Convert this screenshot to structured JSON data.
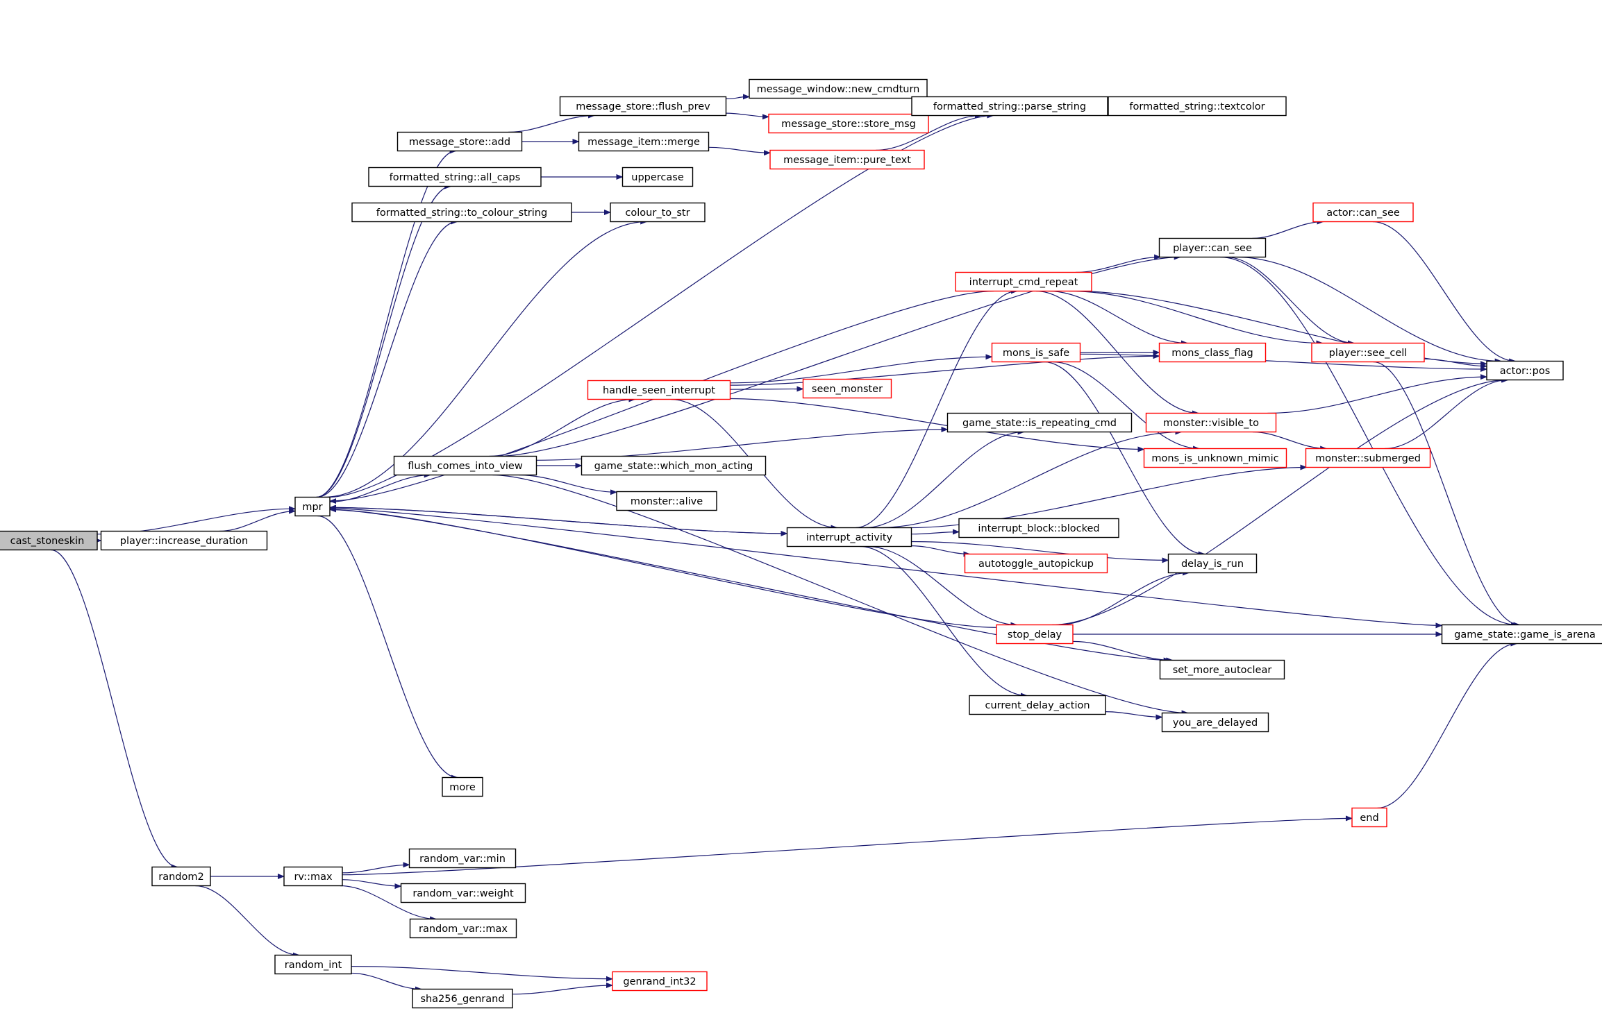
{
  "colors": {
    "edge": "#191970",
    "node_border_default": "#000000",
    "node_border_external": "#ff0000",
    "root_fill": "#bfbfbf",
    "node_fill": "#ffffff"
  },
  "nodes": [
    {
      "id": "cast_stoneskin",
      "label": "cast_stoneskin",
      "style": "root"
    },
    {
      "id": "player_increase_duration",
      "label": "player::increase_duration",
      "style": "normal"
    },
    {
      "id": "mpr",
      "label": "mpr",
      "style": "normal"
    },
    {
      "id": "random2",
      "label": "random2",
      "style": "normal"
    },
    {
      "id": "message_store_add",
      "label": "message_store::add",
      "style": "normal"
    },
    {
      "id": "formatted_string_all_caps",
      "label": "formatted_string::all_caps",
      "style": "normal"
    },
    {
      "id": "formatted_string_to_colour_string",
      "label": "formatted_string::to_colour_string",
      "style": "normal"
    },
    {
      "id": "flush_comes_into_view",
      "label": "flush_comes_into_view",
      "style": "normal"
    },
    {
      "id": "message_store_flush_prev",
      "label": "message_store::flush_prev",
      "style": "normal"
    },
    {
      "id": "message_item_merge",
      "label": "message_item::merge",
      "style": "normal"
    },
    {
      "id": "uppercase",
      "label": "uppercase",
      "style": "normal"
    },
    {
      "id": "colour_to_str",
      "label": "colour_to_str",
      "style": "normal"
    },
    {
      "id": "handle_seen_interrupt",
      "label": "handle_seen_interrupt",
      "style": "external"
    },
    {
      "id": "game_state_which_mon_acting",
      "label": "game_state::which_mon_acting",
      "style": "normal"
    },
    {
      "id": "monster_alive",
      "label": "monster::alive",
      "style": "normal"
    },
    {
      "id": "message_window_new_cmdturn",
      "label": "message_window::new_cmdturn",
      "style": "normal"
    },
    {
      "id": "message_store_store_msg",
      "label": "message_store::store_msg",
      "style": "external"
    },
    {
      "id": "message_item_pure_text",
      "label": "message_item::pure_text",
      "style": "external"
    },
    {
      "id": "seen_monster",
      "label": "seen_monster",
      "style": "external"
    },
    {
      "id": "interrupt_activity",
      "label": "interrupt_activity",
      "style": "normal"
    },
    {
      "id": "more",
      "label": "more",
      "style": "normal"
    },
    {
      "id": "formatted_string_parse_string",
      "label": "formatted_string::parse_string",
      "style": "normal"
    },
    {
      "id": "formatted_string_textcolor",
      "label": "formatted_string::textcolor",
      "style": "normal"
    },
    {
      "id": "interrupt_cmd_repeat",
      "label": "interrupt_cmd_repeat",
      "style": "external"
    },
    {
      "id": "mons_is_safe",
      "label": "mons_is_safe",
      "style": "external"
    },
    {
      "id": "game_state_is_repeating_cmd",
      "label": "game_state::is_repeating_cmd",
      "style": "normal"
    },
    {
      "id": "interrupt_block_blocked",
      "label": "interrupt_block::blocked",
      "style": "normal"
    },
    {
      "id": "autotoggle_autopickup",
      "label": "autotoggle_autopickup",
      "style": "external"
    },
    {
      "id": "stop_delay",
      "label": "stop_delay",
      "style": "external"
    },
    {
      "id": "current_delay_action",
      "label": "current_delay_action",
      "style": "normal"
    },
    {
      "id": "player_can_see",
      "label": "player::can_see",
      "style": "normal"
    },
    {
      "id": "mons_class_flag",
      "label": "mons_class_flag",
      "style": "external"
    },
    {
      "id": "monster_visible_to",
      "label": "monster::visible_to",
      "style": "external"
    },
    {
      "id": "mons_is_unknown_mimic",
      "label": "mons_is_unknown_mimic",
      "style": "external"
    },
    {
      "id": "delay_is_run",
      "label": "delay_is_run",
      "style": "normal"
    },
    {
      "id": "set_more_autoclear",
      "label": "set_more_autoclear",
      "style": "normal"
    },
    {
      "id": "you_are_delayed",
      "label": "you_are_delayed",
      "style": "normal"
    },
    {
      "id": "actor_can_see",
      "label": "actor::can_see",
      "style": "external"
    },
    {
      "id": "player_see_cell",
      "label": "player::see_cell",
      "style": "external"
    },
    {
      "id": "monster_submerged",
      "label": "monster::submerged",
      "style": "external"
    },
    {
      "id": "actor_pos",
      "label": "actor::pos",
      "style": "normal"
    },
    {
      "id": "game_state_game_is_arena",
      "label": "game_state::game_is_arena",
      "style": "normal"
    },
    {
      "id": "end",
      "label": "end",
      "style": "external"
    },
    {
      "id": "rv_max",
      "label": "rv::max",
      "style": "normal"
    },
    {
      "id": "random_int",
      "label": "random_int",
      "style": "normal"
    },
    {
      "id": "random_var_min",
      "label": "random_var::min",
      "style": "normal"
    },
    {
      "id": "random_var_weight",
      "label": "random_var::weight",
      "style": "normal"
    },
    {
      "id": "random_var_max",
      "label": "random_var::max",
      "style": "normal"
    },
    {
      "id": "sha256_genrand",
      "label": "sha256_genrand",
      "style": "normal"
    },
    {
      "id": "genrand_int32",
      "label": "genrand_int32",
      "style": "external"
    }
  ],
  "edges": [
    [
      "cast_stoneskin",
      "player_increase_duration"
    ],
    [
      "cast_stoneskin",
      "mpr"
    ],
    [
      "cast_stoneskin",
      "random2"
    ],
    [
      "player_increase_duration",
      "mpr"
    ],
    [
      "mpr",
      "message_store_add"
    ],
    [
      "mpr",
      "formatted_string_all_caps"
    ],
    [
      "mpr",
      "formatted_string_to_colour_string"
    ],
    [
      "mpr",
      "colour_to_str"
    ],
    [
      "mpr",
      "formatted_string_parse_string"
    ],
    [
      "mpr",
      "flush_comes_into_view"
    ],
    [
      "mpr",
      "interrupt_activity"
    ],
    [
      "mpr",
      "set_more_autoclear"
    ],
    [
      "mpr",
      "game_state_game_is_arena"
    ],
    [
      "mpr",
      "more"
    ],
    [
      "message_store_add",
      "message_store_flush_prev"
    ],
    [
      "message_store_add",
      "message_item_merge"
    ],
    [
      "message_store_flush_prev",
      "message_window_new_cmdturn"
    ],
    [
      "message_store_flush_prev",
      "message_store_store_msg"
    ],
    [
      "message_item_merge",
      "message_item_pure_text"
    ],
    [
      "message_item_pure_text",
      "formatted_string_parse_string"
    ],
    [
      "formatted_string_parse_string",
      "formatted_string_textcolor"
    ],
    [
      "formatted_string_all_caps",
      "uppercase"
    ],
    [
      "formatted_string_to_colour_string",
      "colour_to_str"
    ],
    [
      "flush_comes_into_view",
      "handle_seen_interrupt"
    ],
    [
      "flush_comes_into_view",
      "game_state_which_mon_acting"
    ],
    [
      "flush_comes_into_view",
      "monster_alive"
    ],
    [
      "flush_comes_into_view",
      "game_state_is_repeating_cmd"
    ],
    [
      "flush_comes_into_view",
      "player_can_see"
    ],
    [
      "flush_comes_into_view",
      "you_are_delayed"
    ],
    [
      "handle_seen_interrupt",
      "seen_monster"
    ],
    [
      "handle_seen_interrupt",
      "mons_is_safe"
    ],
    [
      "handle_seen_interrupt",
      "mons_class_flag"
    ],
    [
      "handle_seen_interrupt",
      "interrupt_activity"
    ],
    [
      "handle_seen_interrupt",
      "mons_is_unknown_mimic"
    ],
    [
      "interrupt_cmd_repeat",
      "mpr"
    ],
    [
      "interrupt_cmd_repeat",
      "player_can_see"
    ],
    [
      "interrupt_cmd_repeat",
      "mons_class_flag"
    ],
    [
      "interrupt_cmd_repeat",
      "player_see_cell"
    ],
    [
      "interrupt_cmd_repeat",
      "actor_pos"
    ],
    [
      "interrupt_cmd_repeat",
      "monster_visible_to"
    ],
    [
      "mons_is_safe",
      "mons_class_flag"
    ],
    [
      "mons_is_safe",
      "actor_pos"
    ],
    [
      "mons_is_safe",
      "mons_is_unknown_mimic"
    ],
    [
      "mons_is_safe",
      "delay_is_run"
    ],
    [
      "interrupt_activity",
      "mpr"
    ],
    [
      "interrupt_activity",
      "interrupt_cmd_repeat"
    ],
    [
      "interrupt_activity",
      "game_state_is_repeating_cmd"
    ],
    [
      "interrupt_activity",
      "monster_visible_to"
    ],
    [
      "interrupt_activity",
      "monster_submerged"
    ],
    [
      "interrupt_activity",
      "interrupt_block_blocked"
    ],
    [
      "interrupt_activity",
      "autotoggle_autopickup"
    ],
    [
      "interrupt_activity",
      "delay_is_run"
    ],
    [
      "interrupt_activity",
      "stop_delay"
    ],
    [
      "interrupt_activity",
      "current_delay_action"
    ],
    [
      "stop_delay",
      "mpr"
    ],
    [
      "stop_delay",
      "delay_is_run"
    ],
    [
      "stop_delay",
      "actor_pos"
    ],
    [
      "stop_delay",
      "game_state_game_is_arena"
    ],
    [
      "stop_delay",
      "set_more_autoclear"
    ],
    [
      "current_delay_action",
      "you_are_delayed"
    ],
    [
      "player_can_see",
      "actor_can_see"
    ],
    [
      "player_can_see",
      "actor_pos"
    ],
    [
      "player_can_see",
      "player_see_cell"
    ],
    [
      "player_can_see",
      "game_state_game_is_arena"
    ],
    [
      "actor_can_see",
      "actor_pos"
    ],
    [
      "player_see_cell",
      "actor_pos"
    ],
    [
      "player_see_cell",
      "game_state_game_is_arena"
    ],
    [
      "monster_visible_to",
      "actor_pos"
    ],
    [
      "monster_visible_to",
      "monster_submerged"
    ],
    [
      "monster_submerged",
      "actor_pos"
    ],
    [
      "end",
      "game_state_game_is_arena"
    ],
    [
      "random2",
      "rv_max"
    ],
    [
      "random2",
      "random_int"
    ],
    [
      "rv_max",
      "random_var_min"
    ],
    [
      "rv_max",
      "random_var_weight"
    ],
    [
      "rv_max",
      "random_var_max"
    ],
    [
      "rv_max",
      "end"
    ],
    [
      "random_int",
      "genrand_int32"
    ],
    [
      "random_int",
      "sha256_genrand"
    ],
    [
      "sha256_genrand",
      "genrand_int32"
    ]
  ]
}
